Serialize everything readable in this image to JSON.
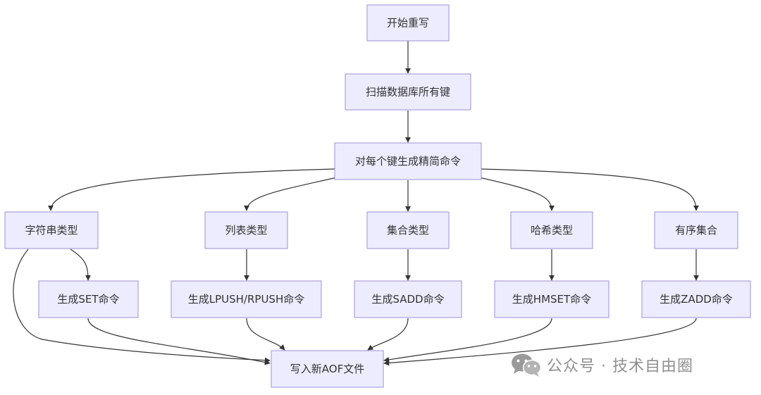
{
  "nodes": {
    "start": "开始重写",
    "scan": "扫描数据库所有键",
    "generate": "对每个键生成精简命令",
    "string_type": "字符串类型",
    "list_type": "列表类型",
    "set_type": "集合类型",
    "hash_type": "哈希类型",
    "zset_type": "有序集合",
    "set_cmd": "生成SET命令",
    "lpush_cmd": "生成LPUSH/RPUSH命令",
    "sadd_cmd": "生成SADD命令",
    "hmset_cmd": "生成HMSET命令",
    "zadd_cmd": "生成ZADD命令",
    "write": "写入新AOF文件"
  },
  "watermark": {
    "text": "公众号 · 技术自由圈",
    "icon": "wechat-icon"
  },
  "colors": {
    "node_fill": "#ececfe",
    "node_stroke": "#9e8fd6",
    "edge": "#333333",
    "watermark": "#8f8f8f"
  }
}
